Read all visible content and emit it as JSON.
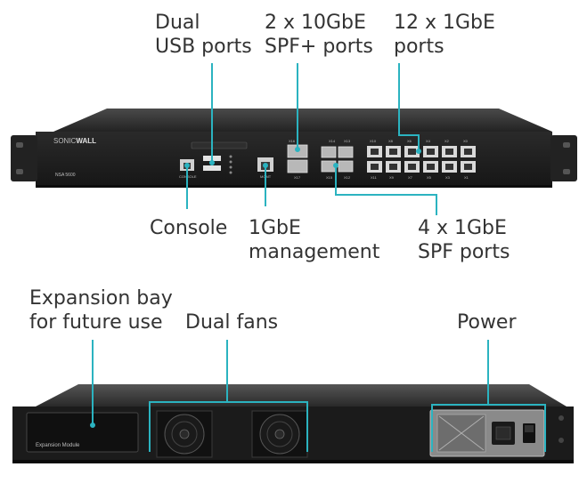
{
  "front_callouts": {
    "usb": {
      "line1": "Dual",
      "line2": "USB ports"
    },
    "sfp10": {
      "line1": "2 x 10GbE",
      "line2": "SPF+ ports"
    },
    "gbe12": {
      "line1": "12 x 1GbE",
      "line2": "ports"
    },
    "console": {
      "line1": "Console"
    },
    "mgmt": {
      "line1": "1GbE",
      "line2": "management"
    },
    "sfp4": {
      "line1": "4 x 1GbE",
      "line2": "SPF ports"
    }
  },
  "rear_callouts": {
    "expansion": {
      "line1": "Expansion bay",
      "line2": "for future use"
    },
    "fans": {
      "line1": "Dual fans"
    },
    "power": {
      "line1": "Power"
    }
  },
  "device_labels": {
    "brand_prefix": "SONIC",
    "brand_suffix": "WALL",
    "model": "NSA 5600",
    "console_port": "CONSOLE",
    "mgmt_port": "MGMT",
    "expansion_module": "Expansion Module",
    "x16": "X16",
    "x17": "X17",
    "x14": "X14",
    "x13": "X13",
    "x15": "X15",
    "x12": "X12",
    "top_row": [
      "X10",
      "X8",
      "X6",
      "X4",
      "X2",
      "X0"
    ],
    "bottom_row": [
      "X11",
      "X9",
      "X7",
      "X5",
      "X3",
      "X1"
    ]
  },
  "colors": {
    "leader": "#2bb3c0",
    "callout_text": "#333333",
    "chassis": "#1c1c1c",
    "chassis_top": "#3a3a3a",
    "port": "#d9d9d9"
  }
}
